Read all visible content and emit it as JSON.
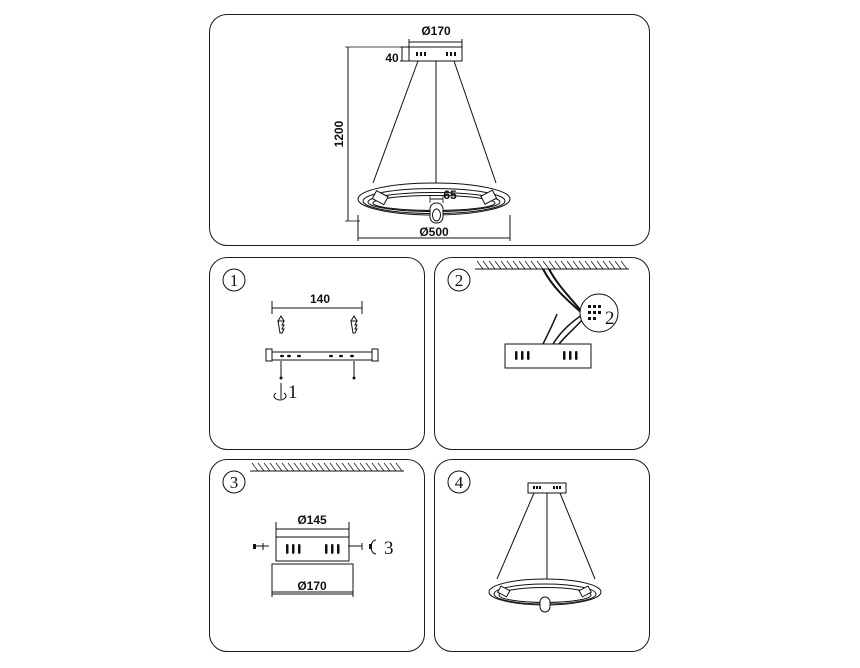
{
  "overview": {
    "canopy_diameter": "Ø170",
    "canopy_height": "40",
    "suspension_height": "1200",
    "ring_depth": "65",
    "ring_diameter": "Ø500"
  },
  "steps": [
    {
      "number": "1",
      "bracket_width": "140",
      "screw_label": "1"
    },
    {
      "number": "2",
      "connector_label": "2"
    },
    {
      "number": "3",
      "base_diameter": "Ø145",
      "cap_diameter": "Ø170",
      "screw_label": "3"
    },
    {
      "number": "4"
    }
  ]
}
